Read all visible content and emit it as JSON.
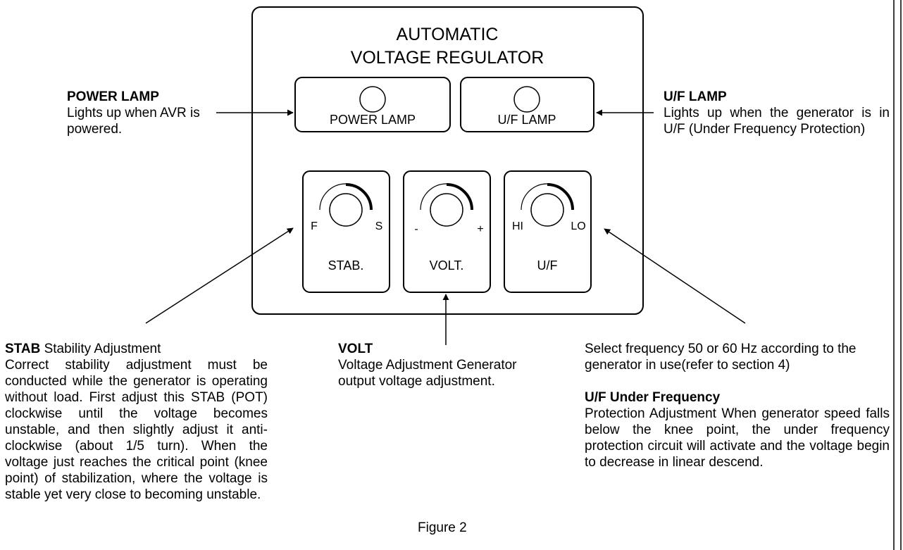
{
  "panel": {
    "title_line1": "AUTOMATIC",
    "title_line2": "VOLTAGE REGULATOR",
    "lamps": [
      {
        "label": "POWER LAMP"
      },
      {
        "label": "U/F LAMP"
      }
    ],
    "knobs": [
      {
        "label": "STAB.",
        "left_mark": "F",
        "right_mark": "S"
      },
      {
        "label": "VOLT.",
        "left_mark": "-",
        "right_mark": "+"
      },
      {
        "label": "U/F",
        "left_mark": "HI",
        "right_mark": "LO"
      }
    ]
  },
  "annotations": {
    "power_lamp": {
      "heading": "POWER LAMP",
      "text": "Lights up when AVR is powered."
    },
    "uf_lamp": {
      "heading": "U/F LAMP",
      "text": "Lights up when the generator is in U/F (Under Frequency Protection)"
    },
    "stab": {
      "heading": "STAB",
      "heading_rest": " Stability Adjustment",
      "text": "Correct stability adjustment must be conducted while the generator is operating without load. First adjust this STAB (POT) clockwise until the voltage becomes unstable, and then slightly adjust it anti-clockwise (about 1/5 turn). When the voltage just reaches the critical point (knee point) of stabilization, where the voltage is stable yet very close to becoming unstable."
    },
    "volt": {
      "heading": "VOLT",
      "text": "Voltage Adjustment Generator output voltage adjustment."
    },
    "uf": {
      "intro": "Select frequency 50 or 60 Hz according to the generator in use(refer to section 4)",
      "heading": "U/F Under Frequency",
      "text": "Protection Adjustment When generator speed falls below the knee point, the under frequency protection circuit will activate and the voltage begin to decrease in linear descend."
    }
  },
  "caption": "Figure 2"
}
